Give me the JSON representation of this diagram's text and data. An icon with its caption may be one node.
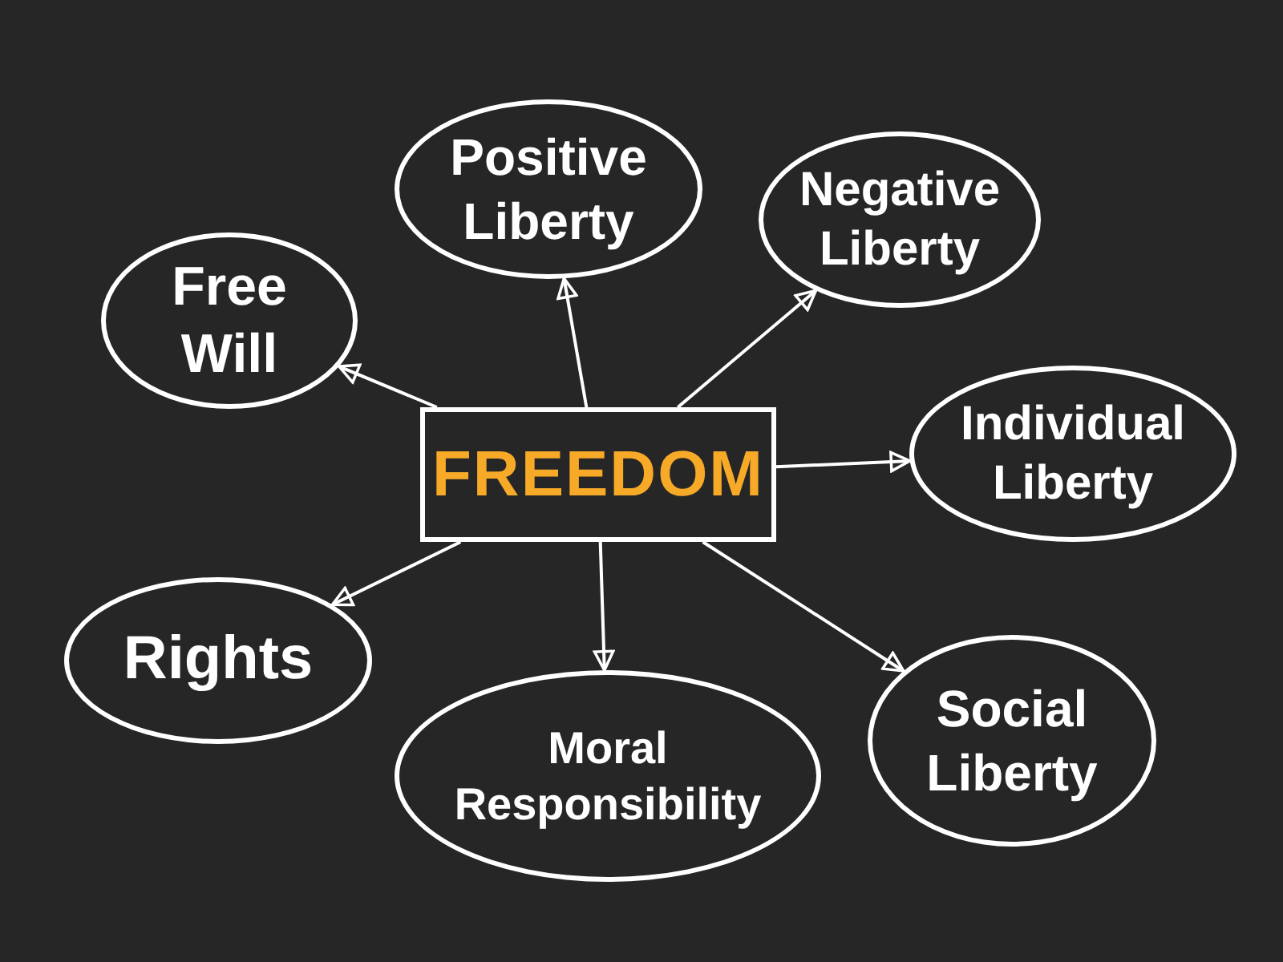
{
  "diagram": {
    "nodes": [
      {
        "text": [
          "FREEDOM"
        ]
      },
      {
        "text": [
          "Positive Liberty"
        ]
      },
      {
        "text": [
          "Negative Liberty"
        ]
      },
      {
        "text": [
          "Free Will"
        ]
      },
      {
        "text": [
          "Individual Liberty"
        ]
      },
      {
        "text": [
          "Rights"
        ]
      },
      {
        "text": [
          "Moral Responsibility"
        ]
      },
      {
        "text": [
          "Social Liberty"
        ]
      }
    ],
    "edges": [
      {
        "from": 0,
        "to": 1,
        "arrow": "to"
      },
      {
        "from": 0,
        "to": 2,
        "arrow": "to"
      },
      {
        "from": 0,
        "to": 3,
        "arrow": "to"
      },
      {
        "from": 0,
        "to": 4,
        "arrow": "to"
      },
      {
        "from": 0,
        "to": 5,
        "arrow": "to"
      },
      {
        "from": 0,
        "to": 6,
        "arrow": "to"
      },
      {
        "from": 0,
        "to": 7,
        "arrow": "to"
      }
    ]
  }
}
